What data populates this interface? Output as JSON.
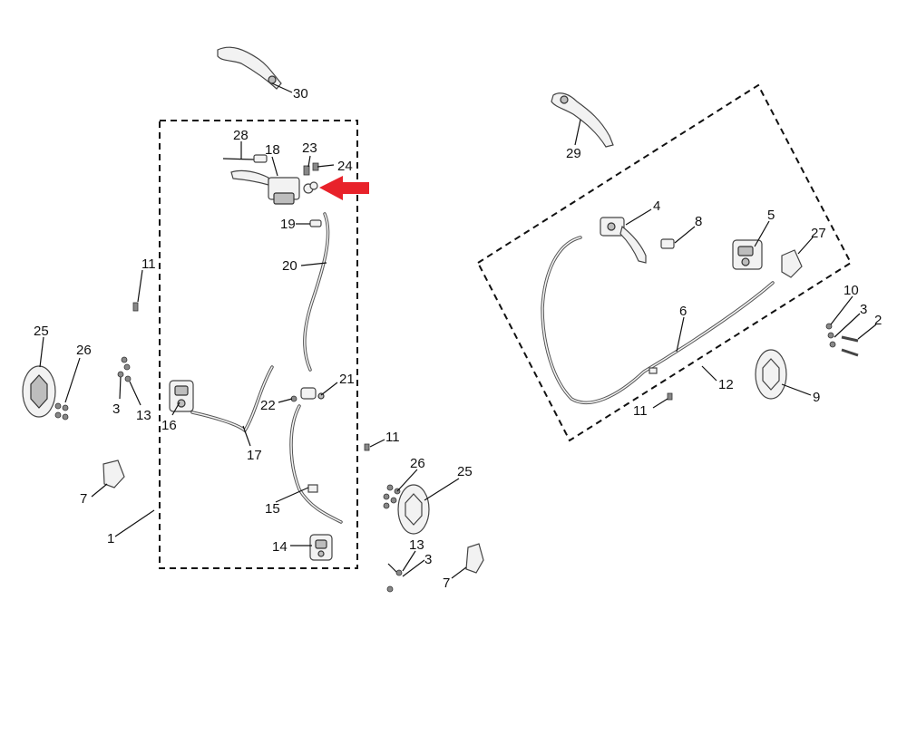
{
  "diagram": {
    "highlight_color": "#e8222a",
    "line_color": "#111111",
    "callouts": [
      {
        "id": "c30",
        "label": "30"
      },
      {
        "id": "c28",
        "label": "28"
      },
      {
        "id": "c18",
        "label": "18"
      },
      {
        "id": "c23",
        "label": "23"
      },
      {
        "id": "c24",
        "label": "24"
      },
      {
        "id": "c19",
        "label": "19"
      },
      {
        "id": "c20",
        "label": "20"
      },
      {
        "id": "c11a",
        "label": "11"
      },
      {
        "id": "c25a",
        "label": "25"
      },
      {
        "id": "c26a",
        "label": "26"
      },
      {
        "id": "c3a",
        "label": "3"
      },
      {
        "id": "c13a",
        "label": "13"
      },
      {
        "id": "c16",
        "label": "16"
      },
      {
        "id": "c17",
        "label": "17"
      },
      {
        "id": "c22",
        "label": "22"
      },
      {
        "id": "c21",
        "label": "21"
      },
      {
        "id": "c7a",
        "label": "7"
      },
      {
        "id": "c1",
        "label": "1"
      },
      {
        "id": "c15",
        "label": "15"
      },
      {
        "id": "c14",
        "label": "14"
      },
      {
        "id": "c11b",
        "label": "11"
      },
      {
        "id": "c26b",
        "label": "26"
      },
      {
        "id": "c25b",
        "label": "25"
      },
      {
        "id": "c13b",
        "label": "13"
      },
      {
        "id": "c3b",
        "label": "3"
      },
      {
        "id": "c7b",
        "label": "7"
      },
      {
        "id": "c29",
        "label": "29"
      },
      {
        "id": "c4",
        "label": "4"
      },
      {
        "id": "c8",
        "label": "8"
      },
      {
        "id": "c5",
        "label": "5"
      },
      {
        "id": "c27",
        "label": "27"
      },
      {
        "id": "c10",
        "label": "10"
      },
      {
        "id": "c3c",
        "label": "3"
      },
      {
        "id": "c2",
        "label": "2"
      },
      {
        "id": "c6",
        "label": "6"
      },
      {
        "id": "c12",
        "label": "12"
      },
      {
        "id": "c9",
        "label": "9"
      },
      {
        "id": "c11c",
        "label": "11"
      }
    ]
  }
}
